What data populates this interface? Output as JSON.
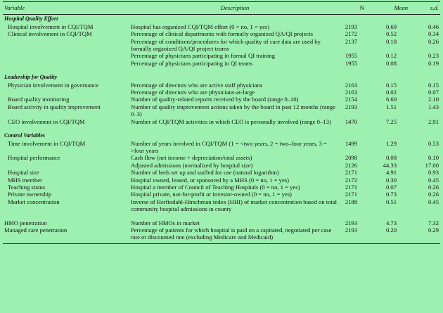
{
  "headers": {
    "variable": "Variable",
    "description": "Description",
    "n": "N",
    "mean": "Mean",
    "sd": "s.d."
  },
  "sections": [
    {
      "title": "Hospital Quality Effort",
      "rows": [
        {
          "variable": "Hospital involvement in CQI/TQM",
          "description": "Hospital has organized CQI/TQM effort (0 = no, 1 = yes)",
          "n": "2193",
          "mean": "0.69",
          "sd": "0.46"
        },
        {
          "variable": "Clinical involvement in CQI/TQM",
          "description": "Percentage of clinical departments with formally organized QA/QI projects",
          "n": "2172",
          "mean": "0.52",
          "sd": "0.34"
        },
        {
          "variable": "",
          "description": "Percentage of conditions/procedures for which quality of care data are used by formally organized QA/QI project teams",
          "n": "2137",
          "mean": "0.18",
          "sd": "0.26"
        },
        {
          "variable": "",
          "description": "Percentage of physicians participating in formal QI training",
          "n": "1955",
          "mean": "0.12",
          "sd": "0.23"
        },
        {
          "variable": "",
          "description": "Percentage of physicians participating in QI teams",
          "n": "1955",
          "mean": "0.08",
          "sd": "0.19"
        }
      ]
    },
    {
      "title": "Leadership for Quality",
      "rows": [
        {
          "variable": "Physician involvement in governance",
          "description": "Percentage of directors who are active staff physicians",
          "n": "2163",
          "mean": "0.15",
          "sd": "0.15"
        },
        {
          "variable": "",
          "description": "Percentage of directors who are physicians-at-large",
          "n": "2163",
          "mean": "0.02",
          "sd": "0.07"
        },
        {
          "variable": "Board quality monitoring",
          "description": "Number of quality-related reports received by the board (range 0–10)",
          "n": "2154",
          "mean": "6.60",
          "sd": "2.10"
        },
        {
          "variable": "Board activity in quality improvement",
          "description": "Number of quality improvement actions taken by the board in past 12 months (range 0–3)",
          "n": "2193",
          "mean": "1.51",
          "sd": "1.43"
        },
        {
          "variable": "CEO involvement in CQI/TQM",
          "description": "Number of CQI/TQM activities in which CEO is personally involved (range 0–13)",
          "n": "1470",
          "mean": "7.25",
          "sd": "2.91"
        }
      ]
    },
    {
      "title": "Control Variables",
      "rows": [
        {
          "variable": "Time involvement in CQI/TQM",
          "description": "Number of years involved in CQI/TQM (1 = <two years, 2 = two–four years, 3 = >four years",
          "n": "1499",
          "mean": "1.29",
          "sd": "0.53"
        },
        {
          "variable": "Hospital performance",
          "description": "Cash flow (net income + depreciation/total assets)",
          "n": "2098",
          "mean": "0.08",
          "sd": "0.10"
        },
        {
          "variable": "",
          "description": "Adjusted admissions (normalized by hospital size)",
          "n": "2126",
          "mean": "44.33",
          "sd": "17.00"
        },
        {
          "variable": "Hospital size",
          "description": "Number of beds set up and staffed for use (natural logarithm)",
          "n": "2171",
          "mean": "4.91",
          "sd": "0.93"
        },
        {
          "variable": "MHS member",
          "description": "Hospital owned, leased, or sponsored by a MHS (0 = no, 1 = yes)",
          "n": "2172",
          "mean": "0.30",
          "sd": "0.45"
        },
        {
          "variable": "Teaching status",
          "description": "Hospital a member of Council of Teaching Hospitals (0 = no, 1 = yes)",
          "n": "2171",
          "mean": "0.07",
          "sd": "0.26"
        },
        {
          "variable": "Private ownership",
          "description": "Hospital private, not-for-profit or investor-owned (0 = no, 1 = yes)",
          "n": "2171",
          "mean": "0.73",
          "sd": "0.26"
        },
        {
          "variable": "Market concentration",
          "description": "Inverse of Herfindahl-Hirschman index (HHI) of market concentration based on total community hospital admissions in county",
          "n": "2188",
          "mean": "0.51",
          "sd": "0.45"
        }
      ]
    }
  ],
  "trailing_rows": [
    {
      "variable": "HMO penetration",
      "description": "Number of HMOs in market",
      "n": "2193",
      "mean": "4.73",
      "sd": "7.32"
    },
    {
      "variable": "Managed care penetration",
      "description": "Percentage of patients for which hospital is paid on a capitated, negotiated per case rate or discounted rate (excluding Medicare and Medicaid)",
      "n": "2193",
      "mean": "0.20",
      "sd": "0.29"
    }
  ]
}
